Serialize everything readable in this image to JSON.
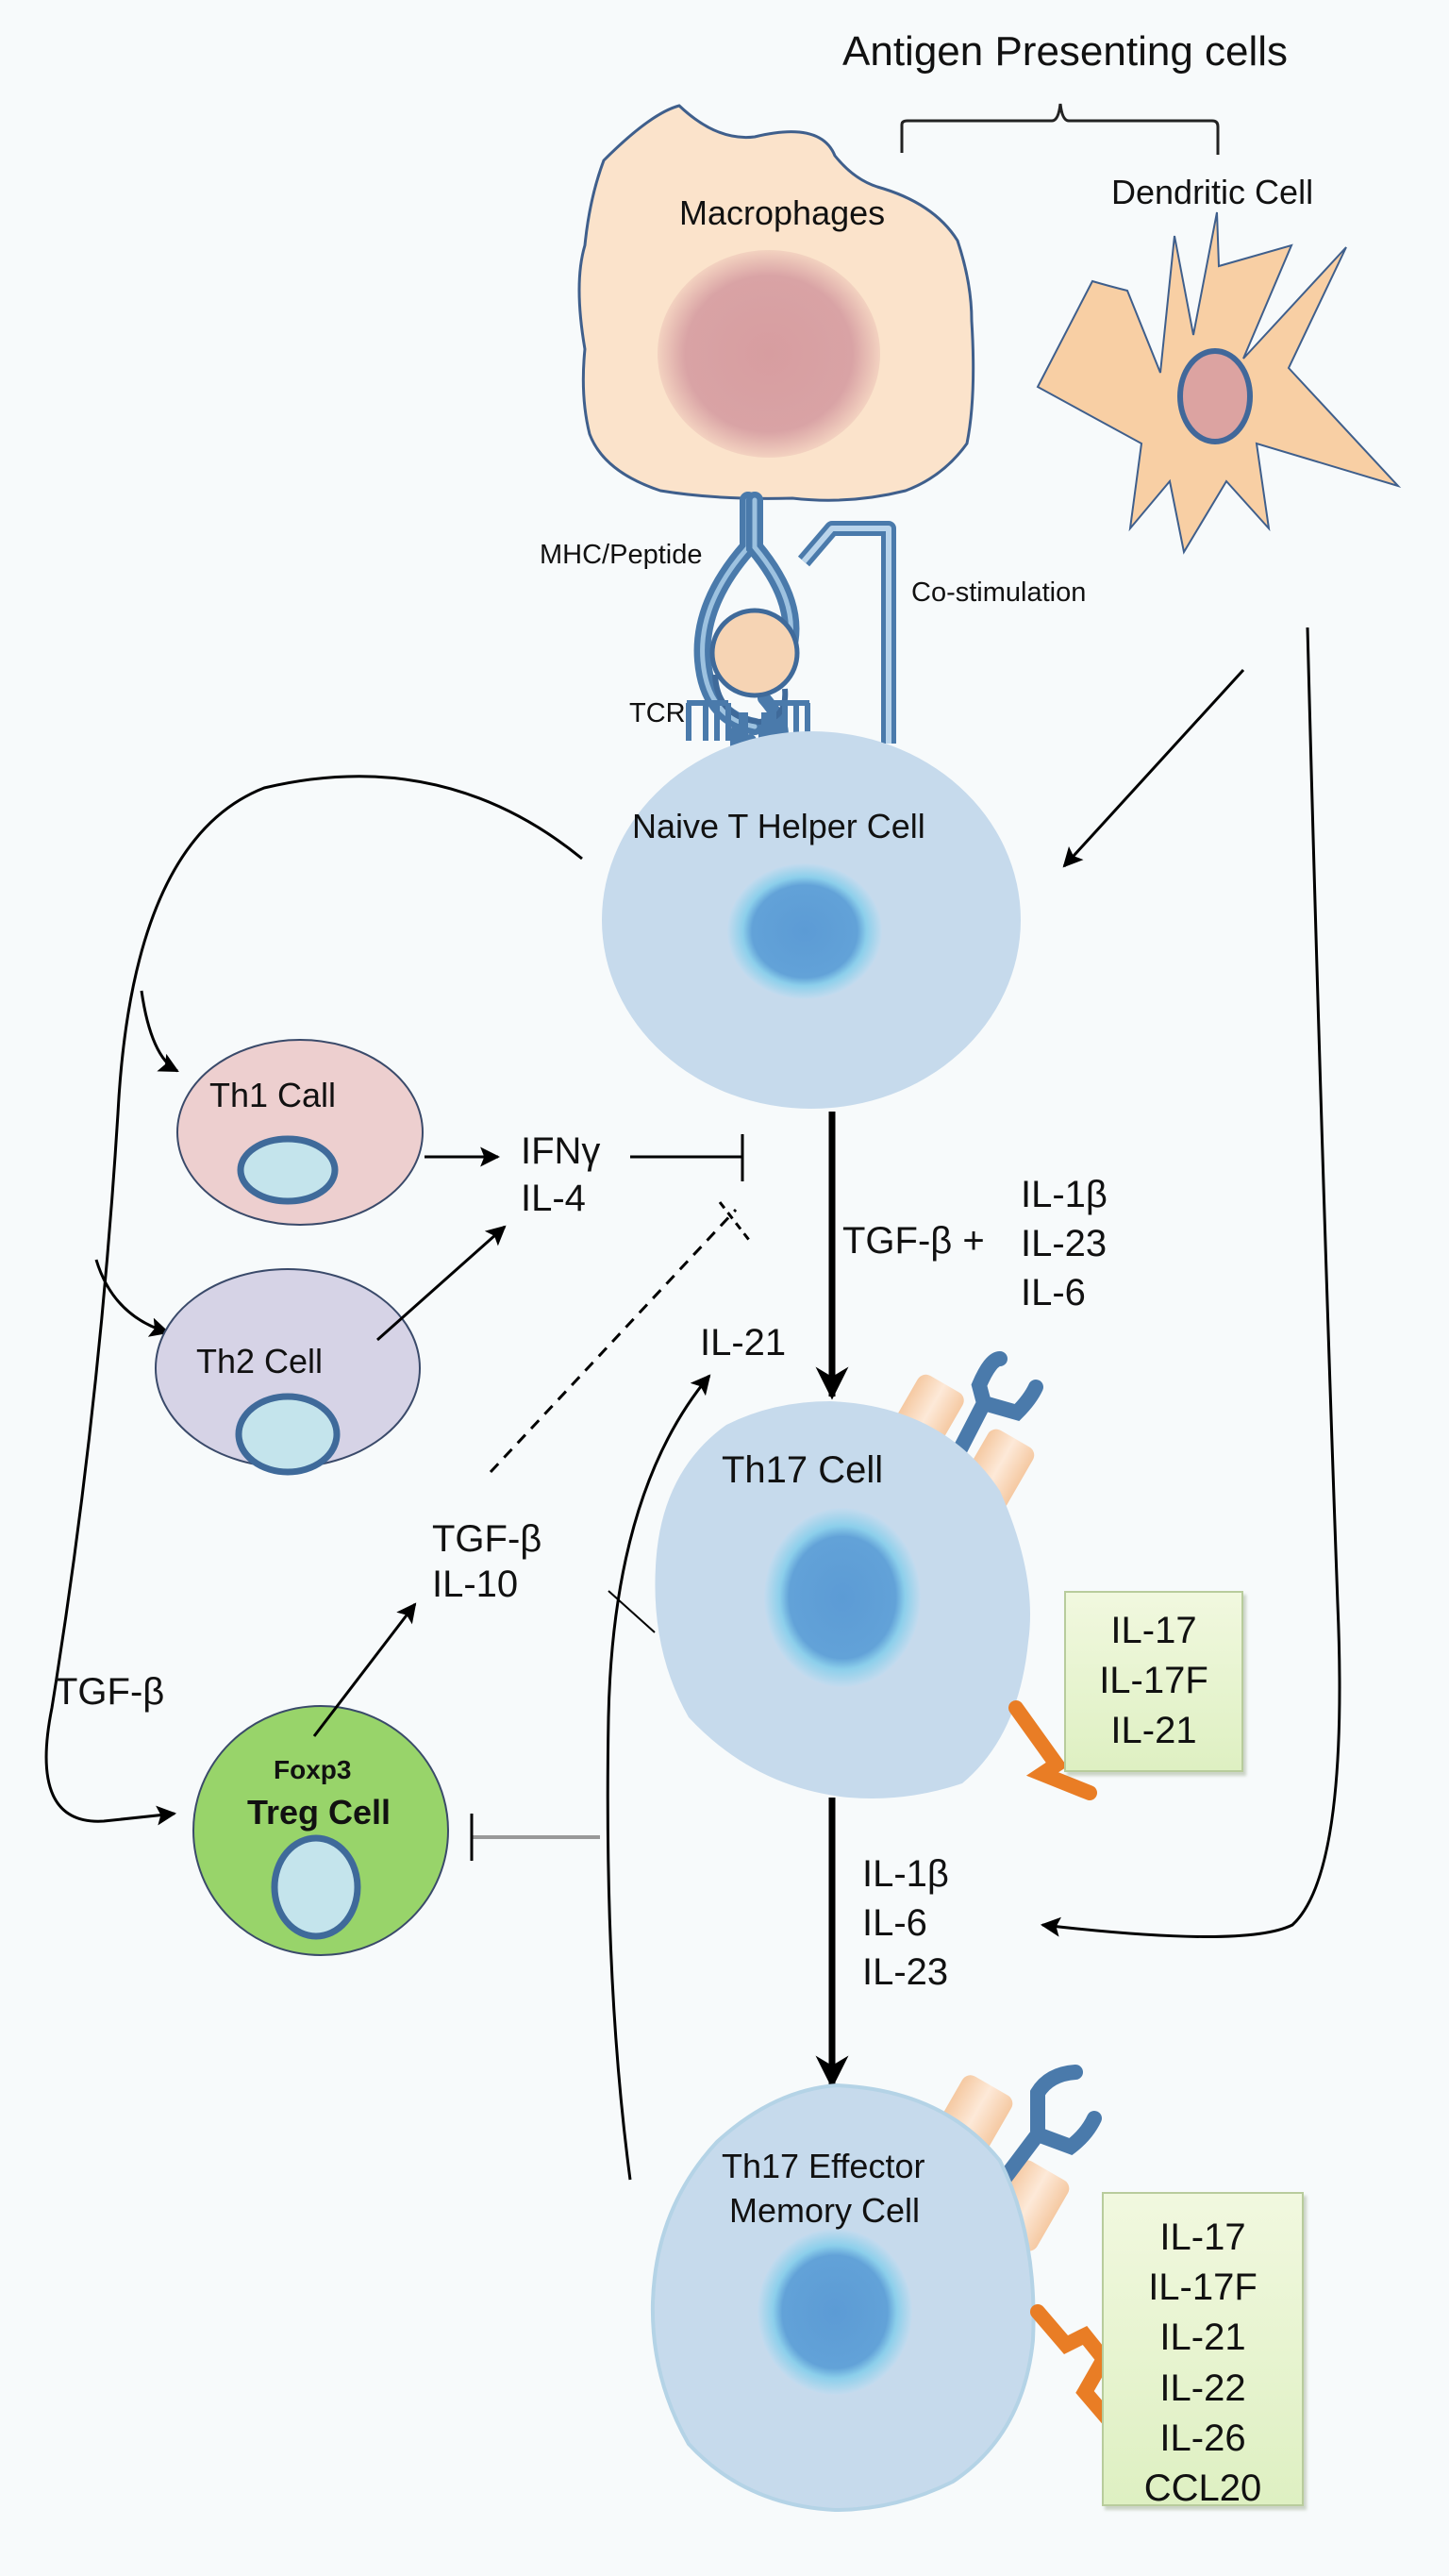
{
  "title": "Antigen Presenting cells",
  "cells": {
    "macrophage": "Macrophages",
    "dendritic": "Dendritic Cell",
    "naive": "Naive T Helper Cell",
    "th1": "Th1 Call",
    "th2": "Th2 Cell",
    "treg_line1": "Foxp3",
    "treg_line2": "Treg Cell",
    "th17": "Th17 Cell",
    "memory_line1": "Th17 Effector",
    "memory_line2": "Memory Cell"
  },
  "receptor_labels": {
    "mhc": "MHC/Peptide",
    "tcr": "TCR",
    "costim": "Co-stimulation"
  },
  "cytokines": {
    "th1_th2_out": [
      "IFNγ",
      "IL-4"
    ],
    "tgf_plus": "TGF-β +",
    "naive_to_th17": [
      "IL-1β",
      "IL-23",
      "IL-6"
    ],
    "il21": "IL-21",
    "treg_out": [
      "TGF-β",
      "IL-10"
    ],
    "tgf_left": "TGF-β",
    "th17_to_memory": [
      "IL-1β",
      "IL-6",
      "IL-23"
    ],
    "th17_secreted": [
      "IL-17",
      "IL-17F",
      "IL-21"
    ],
    "memory_secreted": [
      "IL-17",
      "IL-17F",
      "IL-21",
      "IL-22",
      "IL-26",
      "CCL20"
    ]
  },
  "colors": {
    "macrophage": "#fae2c8",
    "macrophage_nucleus": "#d8a0a3",
    "dendritic": "#f8cfa4",
    "tcell": "#c6daec",
    "tcell_nucleus": "#5b9ad3",
    "th1": "#edcfcf",
    "th2": "#d6d3e6",
    "treg": "#98d46a",
    "receptor": "#4a7aab",
    "orange": "#e97d25",
    "box": "#e4f3cc"
  }
}
